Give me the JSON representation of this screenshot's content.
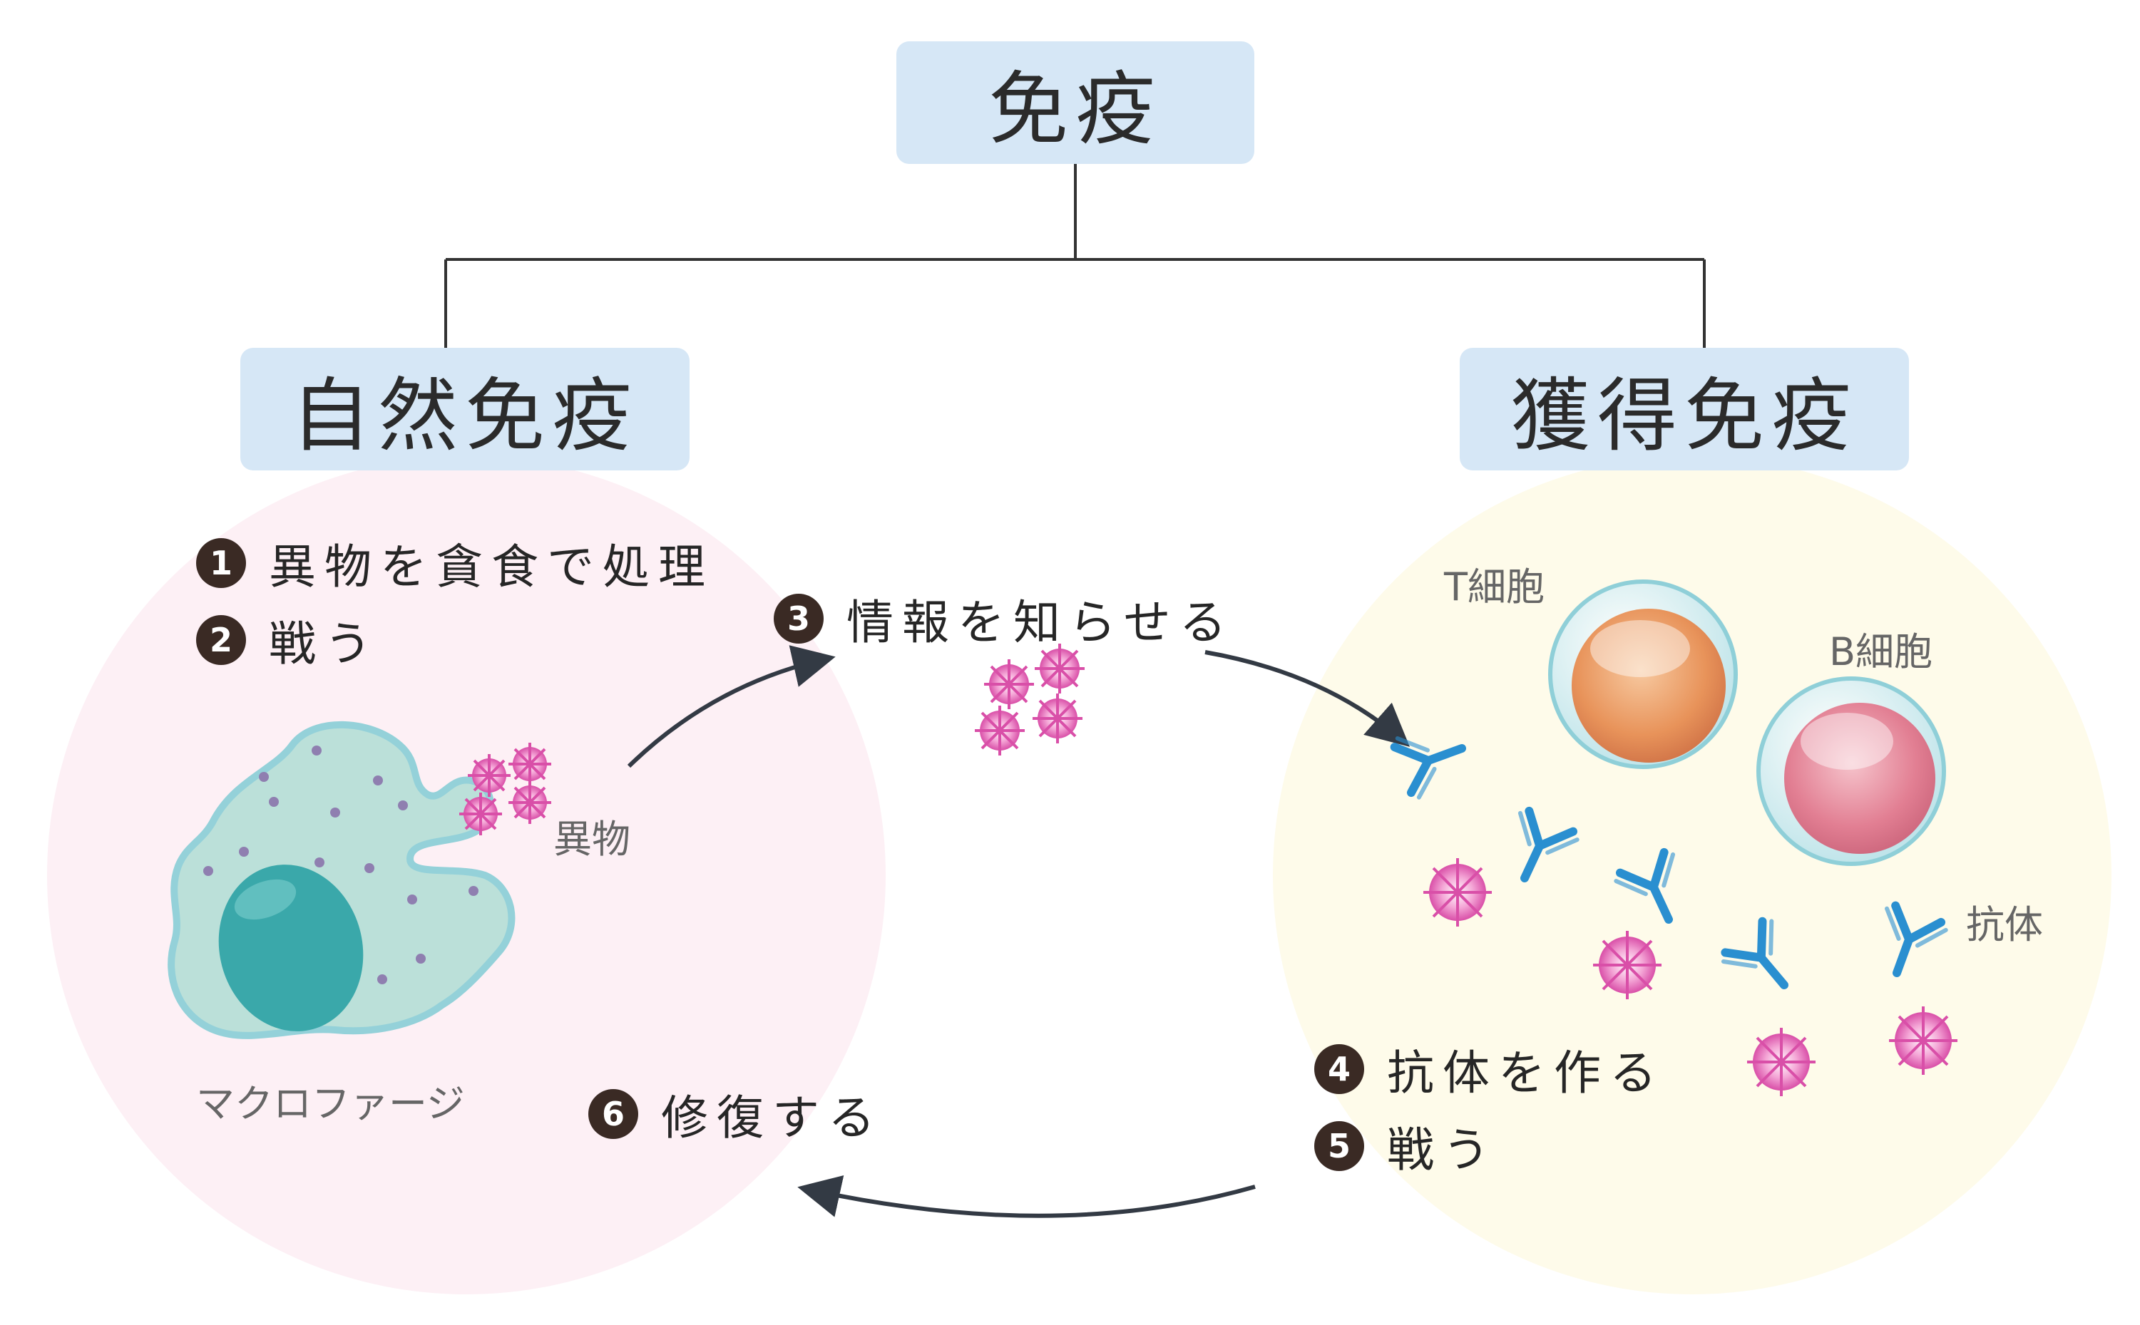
{
  "root": {
    "title": "免疫"
  },
  "branches": {
    "innate": {
      "title": "自然免疫",
      "color": "#fdf0f5"
    },
    "acquired": {
      "title": "獲得免疫",
      "color": "#fefbea"
    }
  },
  "steps": [
    {
      "num": "1",
      "text": "異物を貪食で処理"
    },
    {
      "num": "2",
      "text": "戦う"
    },
    {
      "num": "3",
      "text": "情報を知らせる"
    },
    {
      "num": "4",
      "text": "抗体を作る"
    },
    {
      "num": "5",
      "text": "戦う"
    },
    {
      "num": "6",
      "text": "修復する"
    }
  ],
  "labels": {
    "macrophage": "マクロファージ",
    "foreign": "異物",
    "t_cell": "T細胞",
    "b_cell": "B細胞",
    "antibody": "抗体"
  },
  "colors": {
    "box": "#d6e7f6",
    "badge": "#3a2a24",
    "antigen": "#e060b0",
    "antibody": "#2a8fd0",
    "macrophage": "#b8e0d8",
    "nucleus": "#3aa8aa"
  }
}
